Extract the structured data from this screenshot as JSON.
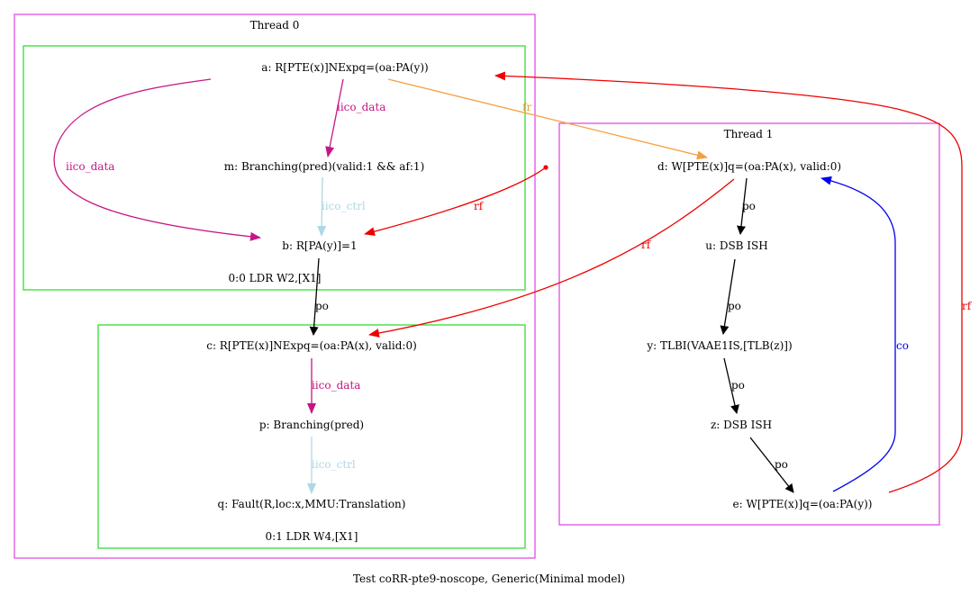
{
  "caption": "Test coRR-pte9-noscope, Generic(Minimal model)",
  "colors": {
    "thread_border": "#e040e0",
    "instr_border": "#22dd22",
    "iico_data": "#c71585",
    "iico_ctrl": "#add8e6",
    "rf": "#ee0000",
    "fr": "#f4a040",
    "po": "#000000",
    "co": "#0000ee"
  },
  "threads": [
    {
      "id": "t0",
      "title": "Thread 0"
    },
    {
      "id": "t1",
      "title": "Thread 1"
    }
  ],
  "instructions": [
    {
      "id": "i00",
      "label": "0:0 LDR W2,[X1]"
    },
    {
      "id": "i01",
      "label": "0:1 LDR W4,[X1]"
    }
  ],
  "nodes": {
    "a": "a: R[PTE(x)]NExpq=(oa:PA(y))",
    "m": "m: Branching(pred)(valid:1 && af:1)",
    "b": "b: R[PA(y)]=1",
    "c": "c: R[PTE(x)]NExpq=(oa:PA(x), valid:0)",
    "p": "p: Branching(pred)",
    "q": "q: Fault(R,loc:x,MMU:Translation)",
    "d": "d: W[PTE(x)]q=(oa:PA(x), valid:0)",
    "u": "u: DSB ISH",
    "y": "y: TLBI(VAAE1IS,[TLB(z)])",
    "z": "z: DSB ISH",
    "e": "e: W[PTE(x)]q=(oa:PA(y))"
  },
  "edges": [
    {
      "id": "e1",
      "from": "a",
      "to": "m",
      "kind": "iico_data",
      "label": "iico_data"
    },
    {
      "id": "e2",
      "from": "a",
      "to": "b",
      "kind": "iico_data",
      "label": "iico_data"
    },
    {
      "id": "e3",
      "from": "m",
      "to": "b",
      "kind": "iico_ctrl",
      "label": "iico_ctrl"
    },
    {
      "id": "e4",
      "from": "init",
      "to": "b",
      "kind": "rf",
      "label": "rf"
    },
    {
      "id": "e5",
      "from": "b",
      "to": "c",
      "kind": "po",
      "label": "po"
    },
    {
      "id": "e6",
      "from": "c",
      "to": "p",
      "kind": "iico_data",
      "label": "iico_data"
    },
    {
      "id": "e7",
      "from": "p",
      "to": "q",
      "kind": "iico_ctrl",
      "label": "iico_ctrl"
    },
    {
      "id": "e8",
      "from": "a",
      "to": "d",
      "kind": "fr",
      "label": "fr"
    },
    {
      "id": "e9",
      "from": "d",
      "to": "c",
      "kind": "rf",
      "label": "rf"
    },
    {
      "id": "e10",
      "from": "d",
      "to": "u",
      "kind": "po",
      "label": "po"
    },
    {
      "id": "e11",
      "from": "u",
      "to": "y",
      "kind": "po",
      "label": "po"
    },
    {
      "id": "e12",
      "from": "y",
      "to": "z",
      "kind": "po",
      "label": "po"
    },
    {
      "id": "e13",
      "from": "z",
      "to": "e",
      "kind": "po",
      "label": "po"
    },
    {
      "id": "e14",
      "from": "e",
      "to": "d",
      "kind": "co",
      "label": "co"
    },
    {
      "id": "e15",
      "from": "e",
      "to": "a",
      "kind": "rf",
      "label": "rf"
    }
  ]
}
